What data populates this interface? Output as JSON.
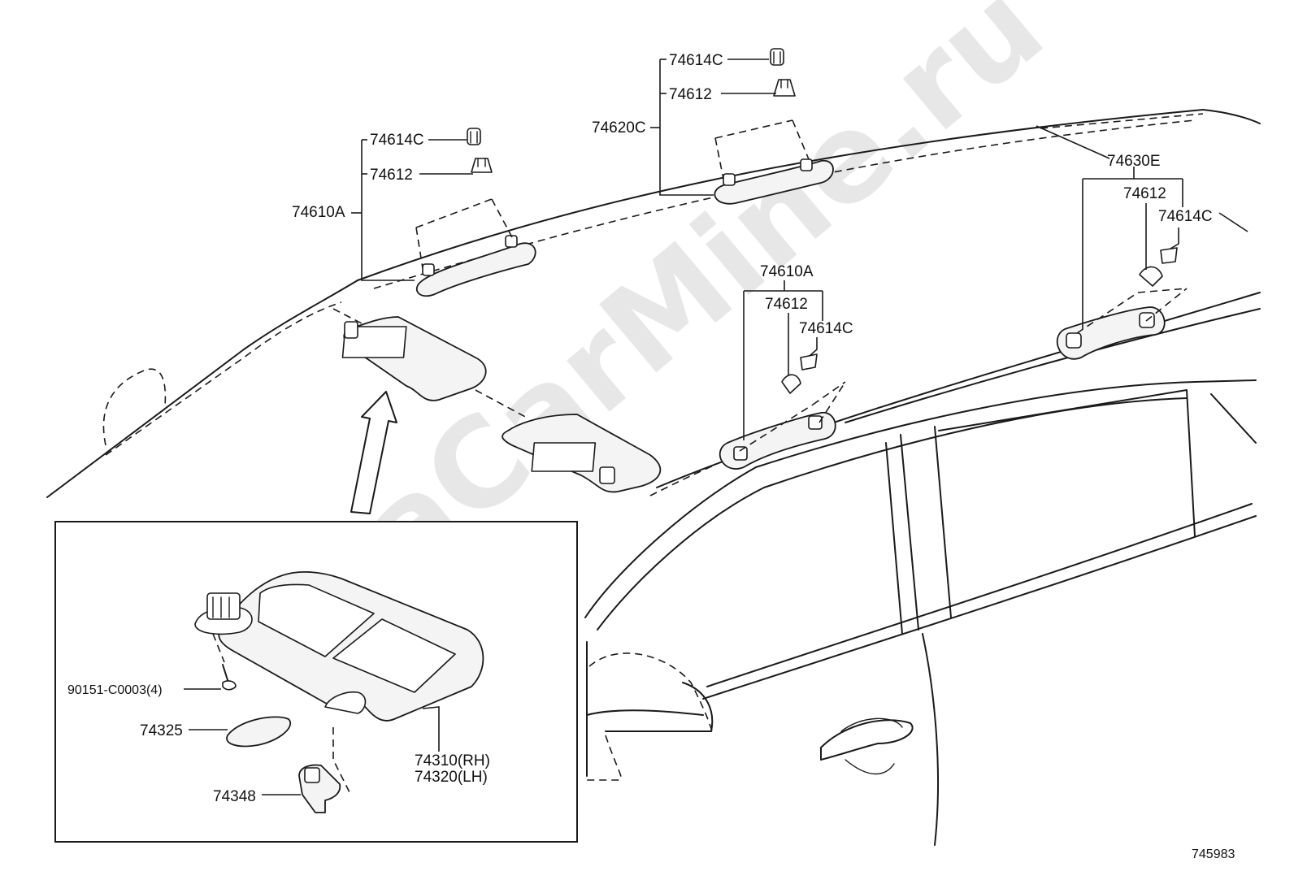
{
  "watermark": "ToyotaCarMine.ru",
  "diagram_code": "745983",
  "labels": {
    "l_74614C_a": "74614C",
    "l_74612_a": "74612",
    "l_74620C": "74620C",
    "l_74614C_b": "74614C",
    "l_74612_b": "74612",
    "l_74610A_a": "74610A",
    "l_74630E": "74630E",
    "l_74612_c": "74612",
    "l_74614C_c": "74614C",
    "l_74610A_b": "74610A",
    "l_74612_d": "74612",
    "l_74614C_d": "74614C",
    "l_90151": "90151-C0003(4)",
    "l_74325": "74325",
    "l_74310": "74310(RH)",
    "l_74320": "74320(LH)",
    "l_74348": "74348"
  }
}
